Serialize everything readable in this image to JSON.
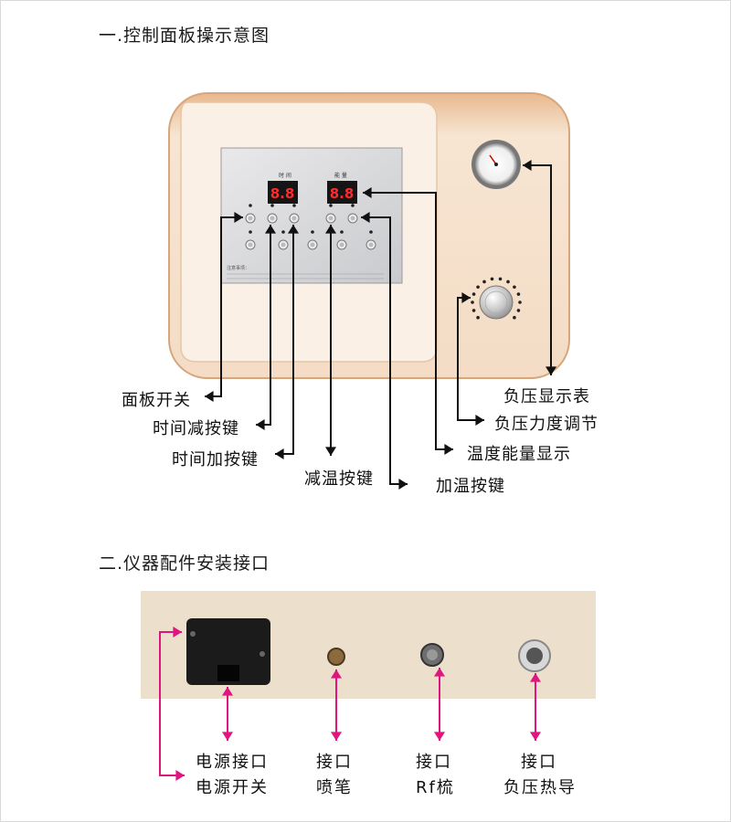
{
  "section1": {
    "title": "一.控制面板操示意图"
  },
  "panel": {
    "display_left_caption": "时 间",
    "display_right_caption": "能 量",
    "display_left_value": "8.8",
    "display_right_value": "8.8",
    "notes_title": "注意事项："
  },
  "callouts": {
    "panel_switch": "面板开关",
    "time_down": "时间减按键",
    "time_up": "时间加按键",
    "temp_down": "减温按键",
    "temp_up": "加温按键",
    "gauge": "负压显示表",
    "vacuum_adjust": "负压力度调节",
    "energy_display": "温度能量显示"
  },
  "section2": {
    "title": "二.仪器配件安装接口"
  },
  "ports": {
    "power": {
      "line1": "电源接口",
      "line2": "电源开关"
    },
    "spray": {
      "line1": "接口",
      "line2": "喷笔"
    },
    "rf": {
      "line1": "接口",
      "line2": "Rf梳"
    },
    "heat": {
      "line1": "接口",
      "line2": "负压热导"
    }
  },
  "colors": {
    "arrow_black": "#111111",
    "arrow_magenta": "#e0157f",
    "device_body": "#f6e1cc",
    "back_panel": "#ece0cd"
  }
}
